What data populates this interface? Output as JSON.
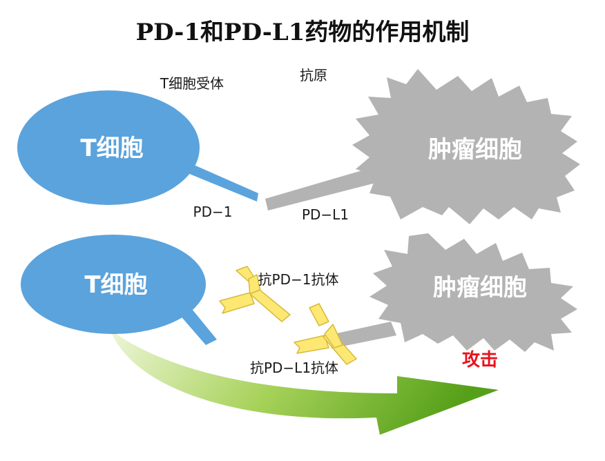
{
  "title": "PD-1和PD-L1药物的作用机制",
  "top": {
    "t_cell_receptor_label": "T细胞受体",
    "antigen_label": "抗原",
    "t_cell_text": "T细胞",
    "tumor_cell_text": "肿瘤细胞",
    "pd1_label": "PD−1",
    "pdl1_label": "PD−L1"
  },
  "bottom": {
    "t_cell_text": "T细胞",
    "tumor_cell_text": "肿瘤细胞",
    "anti_pd1_label": "抗PD−1抗体",
    "anti_pdl1_label": "抗PD−L1抗体",
    "attack_label": "攻击"
  },
  "colors": {
    "t_cell_blue": "#5ba3dc",
    "tumor_gray": "#b3b3b3",
    "antibody_yellow": "#fce873",
    "antibody_stroke": "#d8b93a",
    "attack_red": "#e8121b",
    "arrow_light_green": "#e9f3cf",
    "arrow_dark_green": "#5aa51c"
  }
}
